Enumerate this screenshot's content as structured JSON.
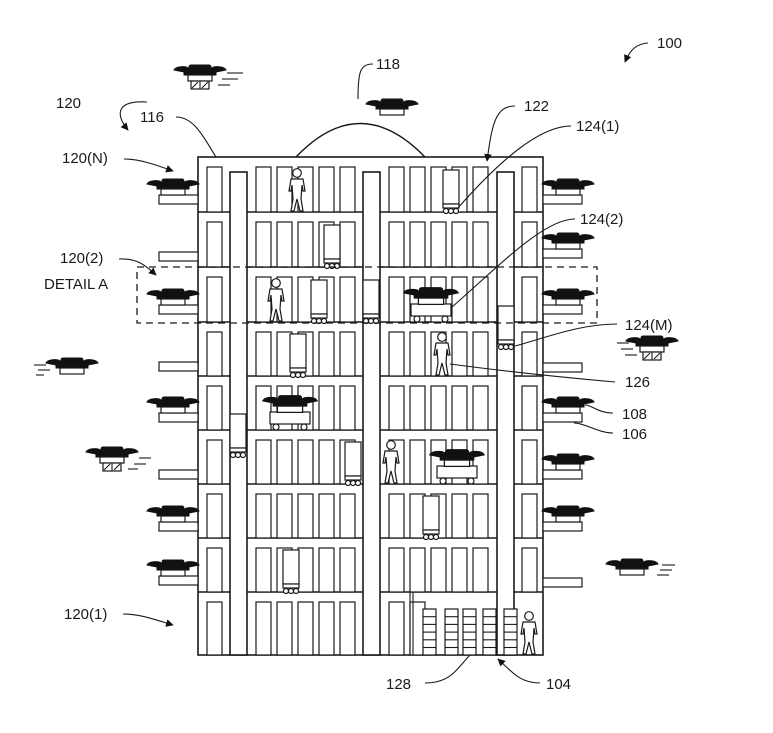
{
  "figure": {
    "type": "patent-drawing",
    "subject": "multi-level fulfillment center with UAV landing balconies",
    "background_color": "#ffffff",
    "line_color": "#1a1a1a"
  },
  "labels": {
    "ref_100": "100",
    "ref_104": "104",
    "ref_106": "106",
    "ref_108": "108",
    "ref_116": "116",
    "ref_118": "118",
    "ref_120": "120",
    "ref_120_N": "120(N)",
    "ref_120_2": "120(2)",
    "ref_120_1": "120(1)",
    "ref_122": "122",
    "ref_124_1": "124(1)",
    "ref_124_2": "124(2)",
    "ref_124_M": "124(M)",
    "ref_126": "126",
    "ref_128": "128",
    "detail_a": "DETAIL A"
  },
  "building": {
    "levels": 9,
    "detail_level_label": "DETAIL A"
  },
  "legend_semantics": {
    "100": "system",
    "104": "ground level entrance",
    "106": "landing balcony",
    "108": "unmanned aerial vehicle",
    "116": "roof",
    "118": "dome",
    "120": "levels",
    "122": "storage",
    "124": "robotic drive units",
    "126": "agent",
    "128": "inventory shelving"
  }
}
